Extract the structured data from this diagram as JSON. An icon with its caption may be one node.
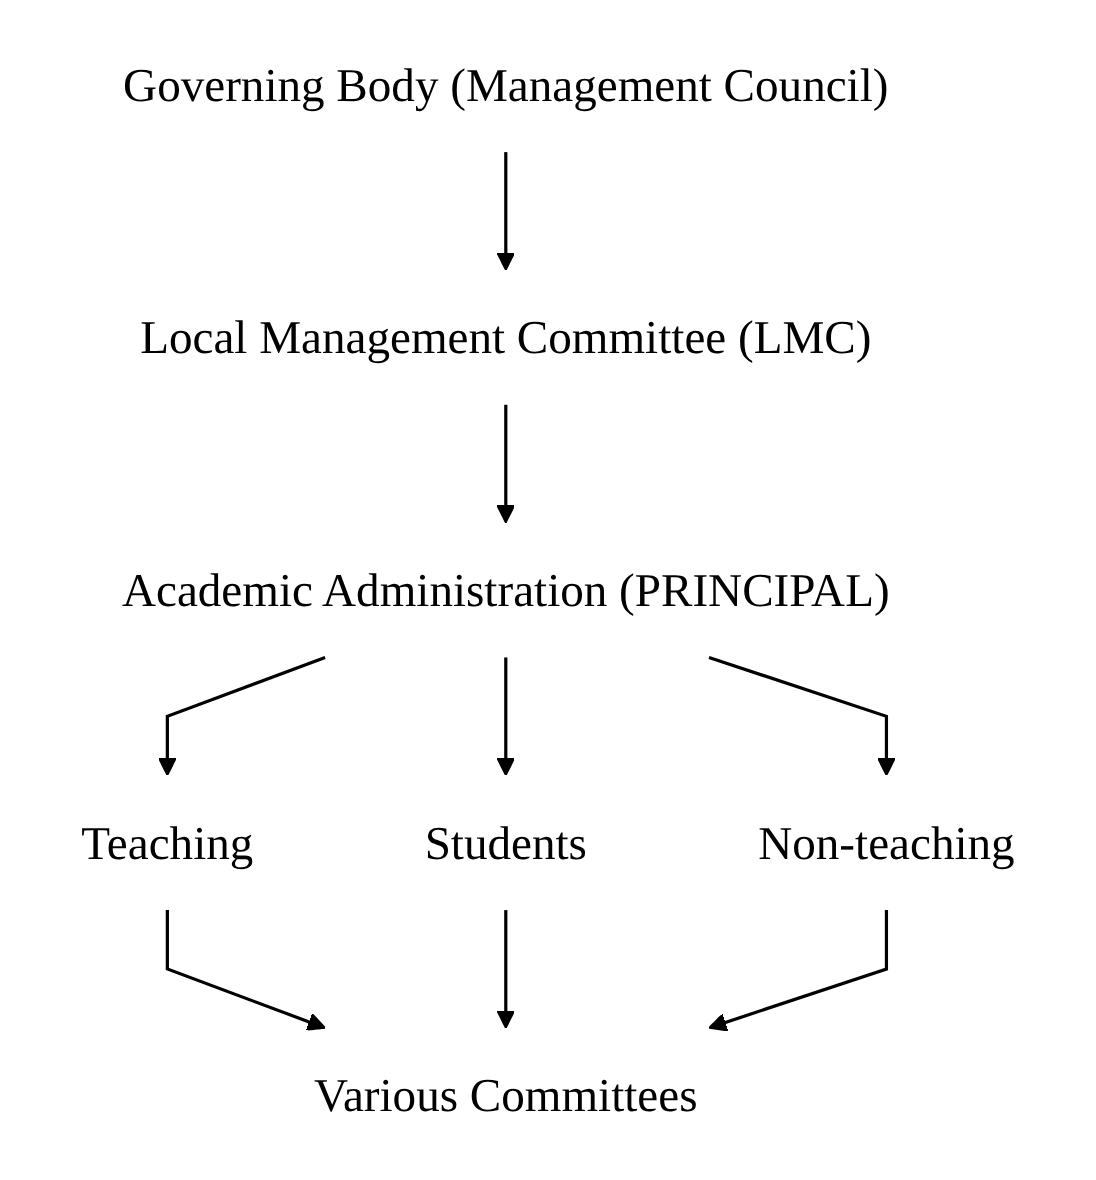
{
  "diagram": {
    "nodes": [
      {
        "text": [
          "Governing Body (Management Council)"
        ]
      },
      {
        "text": [
          "Local Management Committee (LMC)"
        ]
      },
      {
        "text": [
          "Academic Administration (PRINCIPAL)"
        ]
      },
      {
        "text": [
          "Teaching"
        ]
      },
      {
        "text": [
          "Students"
        ]
      },
      {
        "text": [
          "Non-teaching"
        ]
      },
      {
        "text": [
          "Various Committees"
        ]
      }
    ],
    "edges": [
      {
        "from": 0,
        "to": 1,
        "arrow": "to"
      },
      {
        "from": 1,
        "to": 2,
        "arrow": "to"
      },
      {
        "from": 2,
        "to": 3,
        "arrow": "to"
      },
      {
        "from": 2,
        "to": 4,
        "arrow": "to"
      },
      {
        "from": 2,
        "to": 5,
        "arrow": "to"
      },
      {
        "from": 3,
        "to": 6,
        "arrow": "to"
      },
      {
        "from": 4,
        "to": 6,
        "arrow": "to"
      },
      {
        "from": 5,
        "to": 6,
        "arrow": "to"
      }
    ]
  }
}
